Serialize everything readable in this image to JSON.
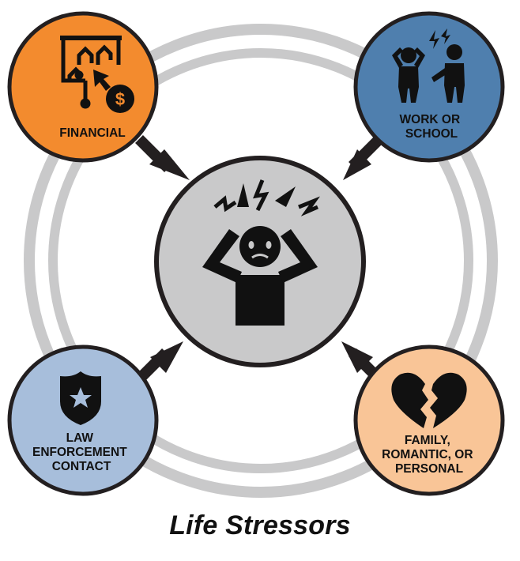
{
  "diagram": {
    "title": "Life Stressors",
    "center": {
      "icon": "stressed-person-icon",
      "fill": "#c9c9ca"
    },
    "nodes": {
      "financial": {
        "label_lines": [
          "FINANCIAL"
        ],
        "icon": "financial-chart-money-icon",
        "fill": "#f38b2e"
      },
      "work": {
        "label_lines": [
          "WORK OR",
          "SCHOOL"
        ],
        "icon": "arguing-people-icon",
        "fill": "#4f7fae"
      },
      "law": {
        "label_lines": [
          "LAW",
          "ENFORCEMENT",
          "CONTACT"
        ],
        "icon": "police-badge-icon",
        "fill": "#a7bedb"
      },
      "family": {
        "label_lines": [
          "FAMILY,",
          "ROMANTIC, OR",
          "PERSONAL"
        ],
        "icon": "broken-heart-icon",
        "fill": "#f9c597"
      }
    },
    "ring_color": "#c9c9ca",
    "arrow_color": "#231f20"
  }
}
